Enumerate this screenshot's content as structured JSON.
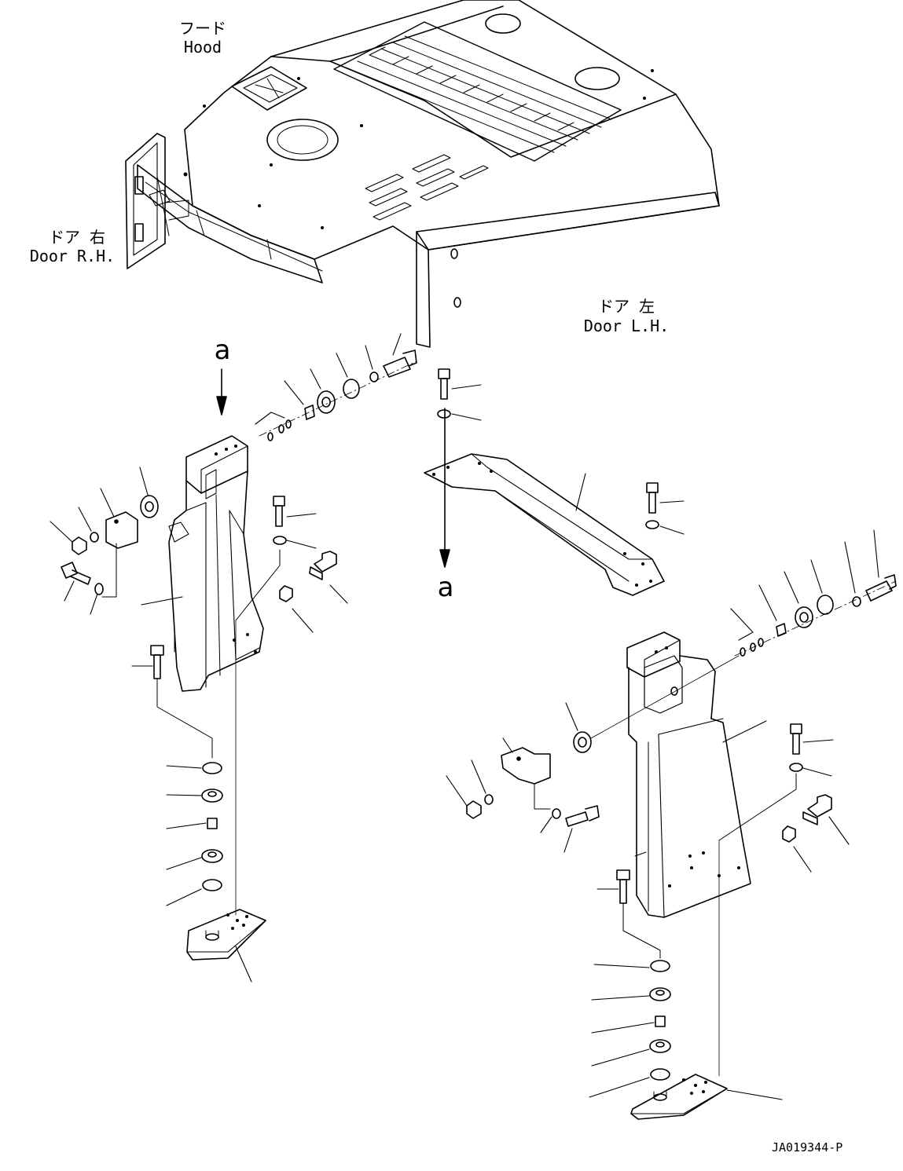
{
  "labels": {
    "hood_jp": "フード",
    "hood_en": "Hood",
    "door_rh_jp": "ドア 右",
    "door_rh_en": "Door R.H.",
    "door_lh_jp": "ドア 左",
    "door_lh_en": "Door L.H.",
    "view_marker_top": "a",
    "view_marker_bottom": "a",
    "drawing_code": "JA019344-P"
  }
}
